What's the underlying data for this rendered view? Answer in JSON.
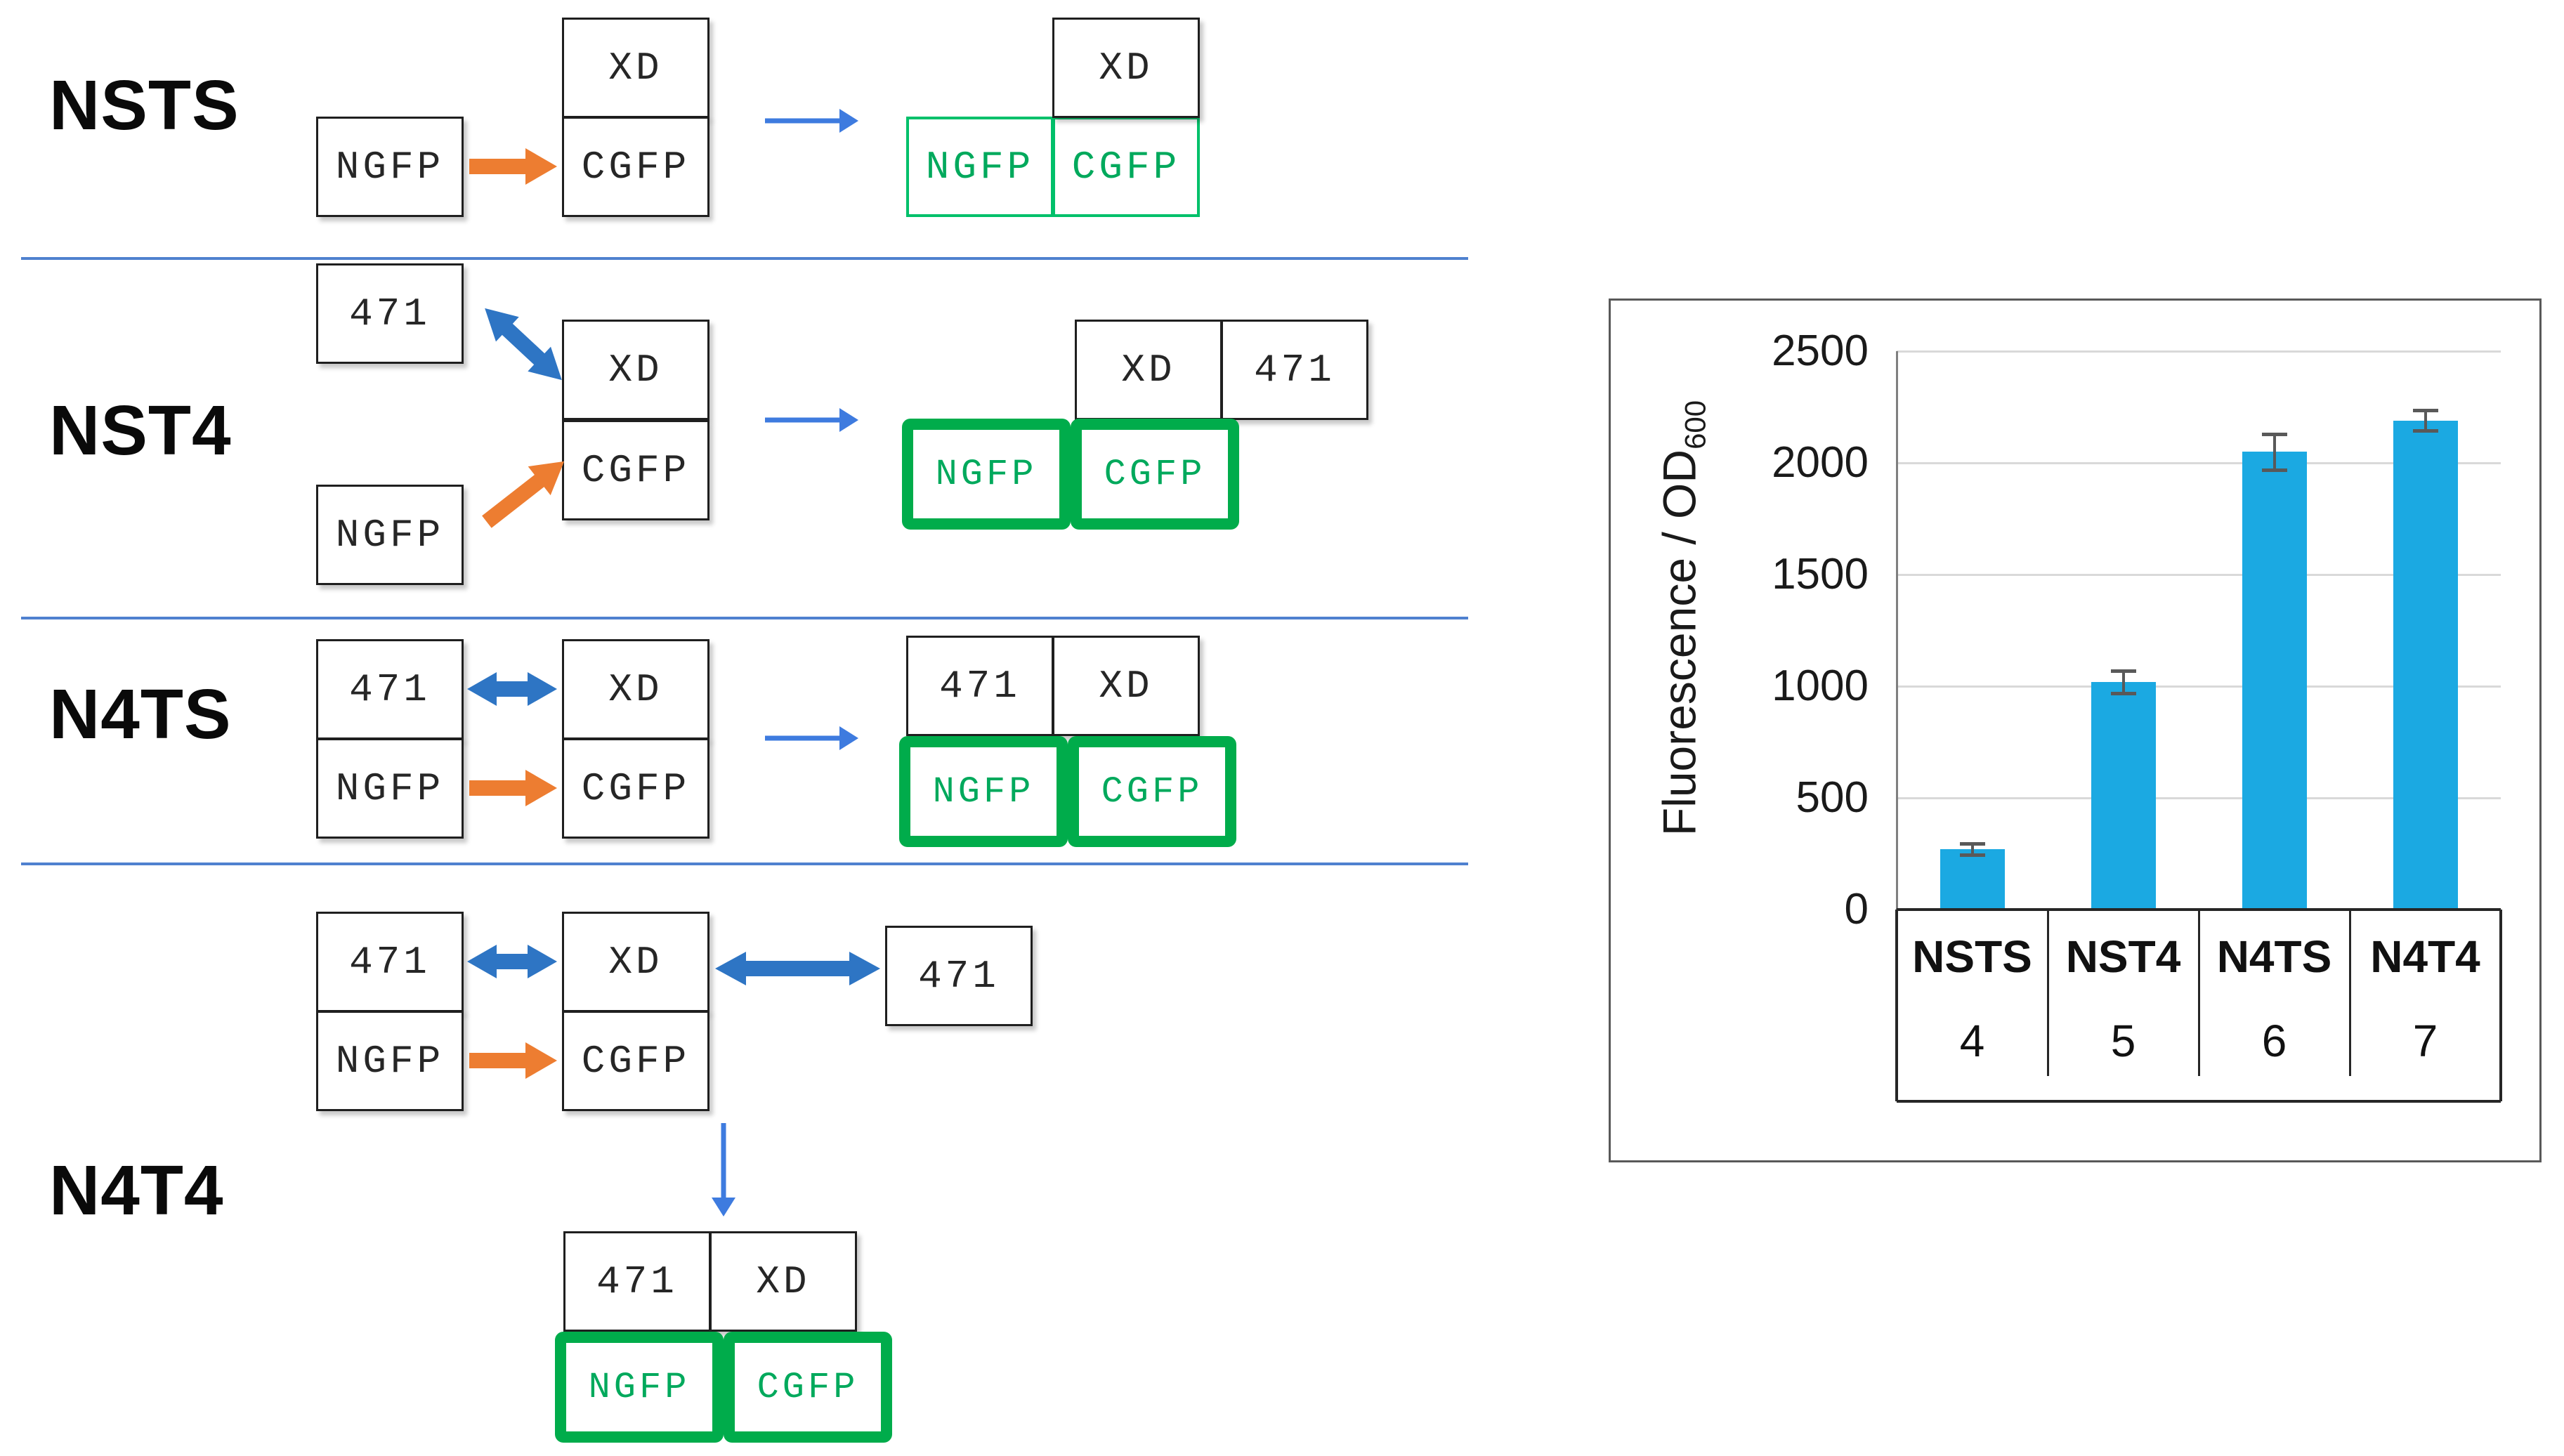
{
  "diagram": {
    "rows": [
      {
        "label": "NSTS"
      },
      {
        "label": "NST4"
      },
      {
        "label": "N4TS"
      },
      {
        "label": "N4T4"
      }
    ],
    "box_labels": {
      "ngfp": "NGFP",
      "cgfp": "CGFP",
      "xd": "XD",
      "n471": "471"
    },
    "colors": {
      "orange_arrow": "#ED7D31",
      "blue_thick_arrow": "#2E75C4",
      "blue_thin_arrow": "#3E7BDF",
      "separator": "#4F81CF",
      "green_border_thin": "#00C06A",
      "green_border_thick": "#00AC4B",
      "green_text": "#00A95C"
    }
  },
  "chart_data": {
    "type": "bar",
    "title": "",
    "xlabel": "",
    "ylabel_main": "Fluorescence / OD",
    "ylabel_sub": "600",
    "categories": [
      "NSTS",
      "NST4",
      "N4TS",
      "N4T4"
    ],
    "sample_numbers": [
      "4",
      "5",
      "6",
      "7"
    ],
    "values": [
      270,
      1020,
      2050,
      2190
    ],
    "errors": [
      25,
      50,
      80,
      45
    ],
    "ylim": [
      0,
      2500
    ],
    "yticks": [
      0,
      500,
      1000,
      1500,
      2000,
      2500
    ],
    "bar_color": "#1BA9E2",
    "grid": true,
    "legend": "none"
  }
}
